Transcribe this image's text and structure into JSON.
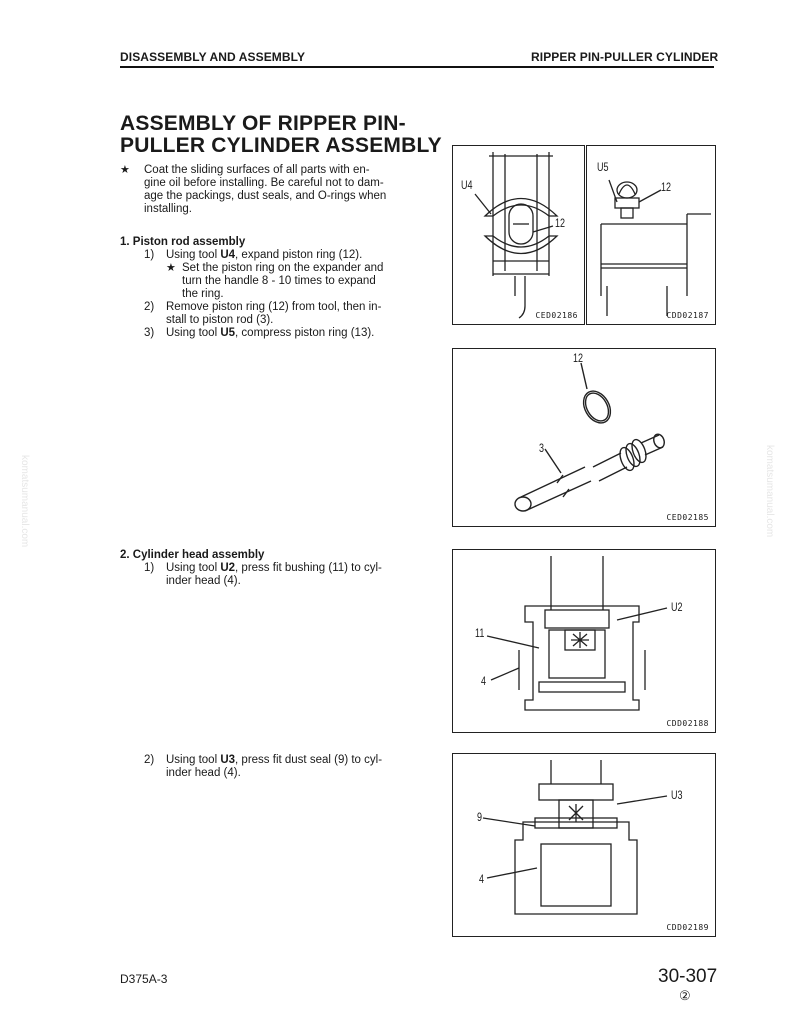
{
  "header": {
    "left": "DISASSEMBLY AND ASSEMBLY",
    "right": "RIPPER PIN-PULLER CYLINDER"
  },
  "title": {
    "line1": "ASSEMBLY OF RIPPER PIN-",
    "line2": "PULLER CYLINDER ASSEMBLY"
  },
  "note": {
    "bullet": "★",
    "lines": [
      "Coat the sliding surfaces of all parts with en-",
      "gine oil before installing.  Be careful not to dam-",
      "age the packings, dust seals, and O-rings when",
      "installing."
    ]
  },
  "section1": {
    "heading": "1.  Piston rod assembly",
    "step1": {
      "num": "1)",
      "pre": "Using tool ",
      "tool": "U4",
      "post": ", expand piston ring (12)."
    },
    "sub": {
      "bullet": "★",
      "lines": [
        "Set the piston ring on the expander and",
        "turn the handle 8 - 10 times to expand",
        "the ring."
      ]
    },
    "step2": {
      "num": "2)",
      "lines": [
        "Remove piston ring (12) from tool, then in-",
        "stall to piston rod (3)."
      ]
    },
    "step3": {
      "num": "3)",
      "pre": "Using tool ",
      "tool": "U5",
      "post": ", compress piston ring (13)."
    }
  },
  "section2": {
    "heading": "2.  Cylinder head assembly",
    "step1": {
      "num": "1)",
      "pre": "Using tool ",
      "tool": "U2",
      "post": ", press fit bushing (11) to cyl-",
      "line2": "inder head (4)."
    },
    "step2": {
      "num": "2)",
      "pre": "Using tool ",
      "tool": "U3",
      "post": ", press fit dust seal (9) to cyl-",
      "line2": "inder head (4)."
    }
  },
  "figures": {
    "fig1": {
      "code": "CED02186",
      "labels": {
        "tool": "U4",
        "part": "12"
      }
    },
    "fig2": {
      "code": "CDD02187",
      "labels": {
        "tool": "U5",
        "part": "12"
      }
    },
    "fig3": {
      "code": "CED02185",
      "labels": {
        "ring": "12",
        "rod": "3"
      }
    },
    "fig4": {
      "code": "CDD02188",
      "labels": {
        "tool": "U2",
        "bushing": "11",
        "head": "4"
      }
    },
    "fig5": {
      "code": "CDD02189",
      "labels": {
        "tool": "U3",
        "seal": "9",
        "head": "4"
      }
    }
  },
  "watermark": "komatsumanual.com",
  "footer": {
    "model": "D375A-3",
    "page": "30-307",
    "revision": "②"
  }
}
